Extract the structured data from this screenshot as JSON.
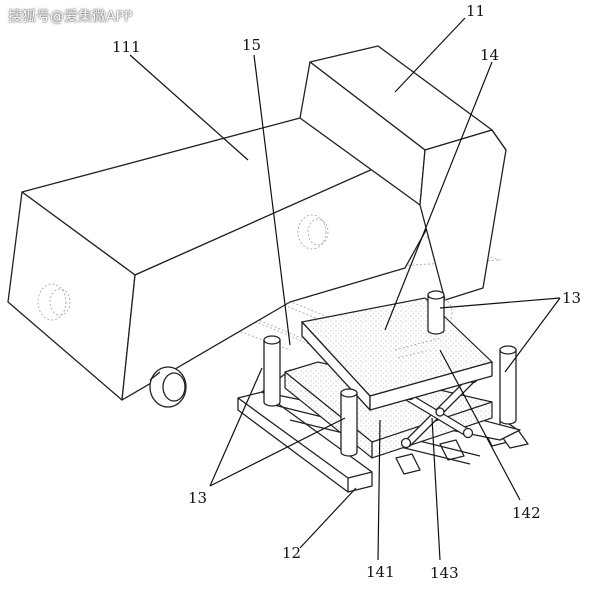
{
  "watermark": "搜狐号@爱集微APP",
  "labels": {
    "l11": "11",
    "l111": "111",
    "l15": "15",
    "l14": "14",
    "l13_right": "13",
    "l13_left": "13",
    "l12": "12",
    "l141": "141",
    "l143": "143",
    "l142": "142"
  }
}
